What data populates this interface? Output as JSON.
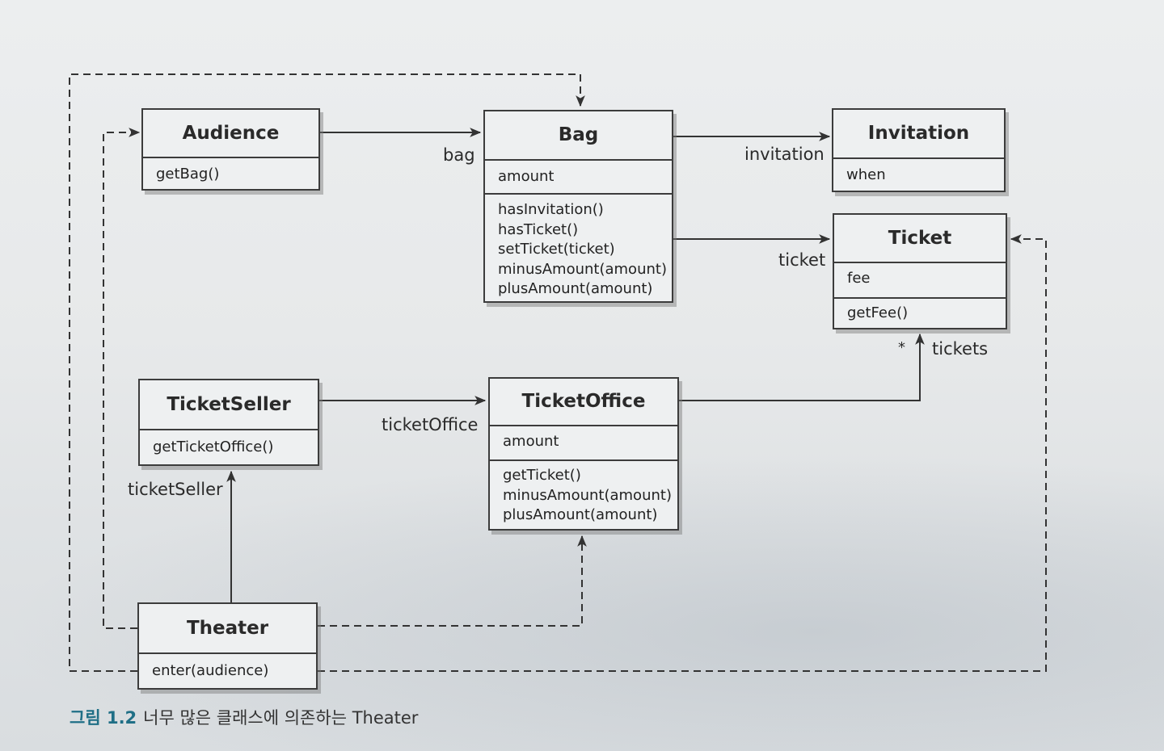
{
  "classes": {
    "audience": {
      "name": "Audience",
      "methods": [
        "getBag()"
      ]
    },
    "bag": {
      "name": "Bag",
      "attributes": [
        "amount"
      ],
      "methods": [
        "hasInvitation()",
        "hasTicket()",
        "setTicket(ticket)",
        "minusAmount(amount)",
        "plusAmount(amount)"
      ]
    },
    "invitation": {
      "name": "Invitation",
      "attributes": [
        "when"
      ]
    },
    "ticket": {
      "name": "Ticket",
      "attributes": [
        "fee"
      ],
      "methods": [
        "getFee()"
      ]
    },
    "ticketseller": {
      "name": "TicketSeller",
      "methods": [
        "getTicketOffice()"
      ]
    },
    "ticketoffice": {
      "name": "TicketOffice",
      "attributes": [
        "amount"
      ],
      "methods": [
        "getTicket()",
        "minusAmount(amount)",
        "plusAmount(amount)"
      ]
    },
    "theater": {
      "name": "Theater",
      "methods": [
        "enter(audience)"
      ]
    }
  },
  "associations": {
    "bag": "bag",
    "invitation": "invitation",
    "ticket": "ticket",
    "tickets": "tickets",
    "tickets_multiplicity": "*",
    "ticketOffice": "ticketOffice",
    "ticketSeller": "ticketSeller"
  },
  "caption": {
    "figure": "그림 1.2",
    "text": "너무 많은 클래스에 의존하는 Theater"
  },
  "colors": {
    "line": "#333333",
    "box_bg": "#eef0f1",
    "caption_accent": "#1f6f86"
  }
}
